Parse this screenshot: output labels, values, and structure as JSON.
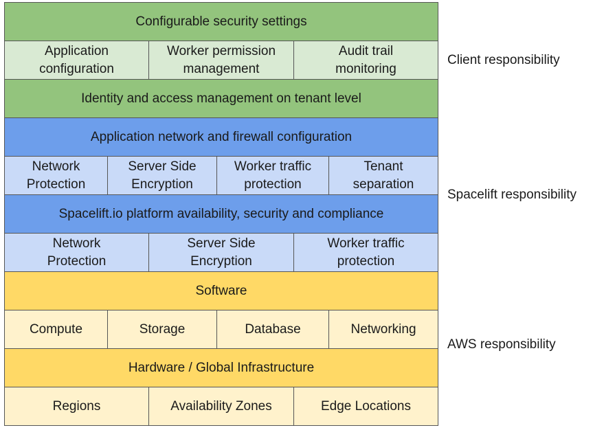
{
  "colors": {
    "client_dark": "#93c47d",
    "client_light": "#d9ead3",
    "spacelift_dark": "#6d9eeb",
    "spacelift_light": "#c9daf8",
    "aws_dark": "#ffd966",
    "aws_light": "#fff2cc"
  },
  "layers": {
    "configurable_security": "Configurable security settings",
    "client_items": [
      "Application\nconfiguration",
      "Worker permission\nmanagement",
      "Audit trail\nmonitoring"
    ],
    "iam": "Identity and access management on tenant level",
    "app_network": "Application network and firewall configuration",
    "spacelift_items_a": [
      "Network\nProtection",
      "Server Side\nEncryption",
      "Worker traffic\nprotection",
      "Tenant\nseparation"
    ],
    "platform": "Spacelift.io platform availability, security and compliance",
    "spacelift_items_b": [
      "Network\nProtection",
      "Server Side\nEncryption",
      "Worker traffic\nprotection"
    ],
    "software": "Software",
    "aws_items_a": [
      "Compute",
      "Storage",
      "Database",
      "Networking"
    ],
    "hardware": "Hardware / Global Infrastructure",
    "aws_items_b": [
      "Regions",
      "Availability Zones",
      "Edge Locations"
    ]
  },
  "responsibilities": {
    "client": "Client responsibility",
    "spacelift": "Spacelift responsibility",
    "aws": "AWS responsibility"
  }
}
